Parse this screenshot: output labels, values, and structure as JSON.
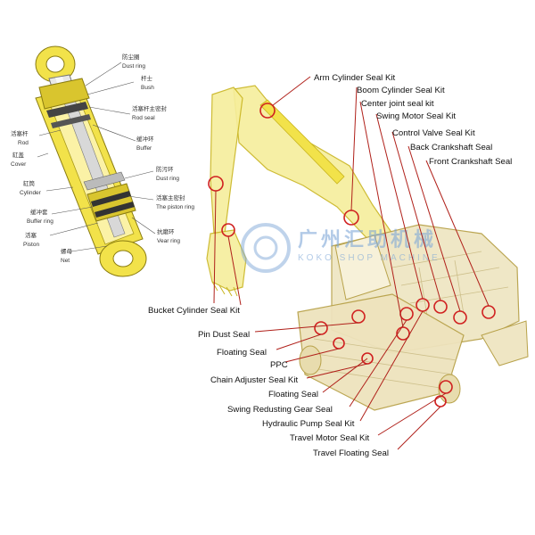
{
  "cylinder_labels": {
    "dust_ring_cn": "防尘圈",
    "dust_ring_en": "Dust ring",
    "bush_cn": "杆士",
    "bush_en": "Bush",
    "rod_seal_cn": "活塞杆主密封",
    "rod_seal_en": "Rod seal",
    "rod_cn": "活塞杆",
    "rod_en": "Rod",
    "cover_cn": "缸盖",
    "cover_en": "Cover",
    "buffer_cn": "缓冲环",
    "buffer_en": "Buffer",
    "cylinder_cn": "缸筒",
    "cylinder_en": "Cylinder",
    "anti_fouling_cn": "防污环",
    "anti_fouling_en": "Dust ring",
    "piston_ring_cn": "活塞主密封",
    "piston_ring_en": "The piston ring",
    "buffer_ring_cn": "缓冲套",
    "buffer_ring_en": "Buffer ring",
    "piston_cn": "活塞",
    "piston_en": "Piston",
    "wear_ring_cn": "抗磨环",
    "wear_ring_en": "Vear ring",
    "nut_cn": "螺母",
    "nut_en": "Net"
  },
  "excavator_labels": {
    "arm_cylinder": "Arm Cylinder Seal Kit",
    "boom_cylinder": "Boom Cylinder Seal Kit",
    "center_joint": "Center joint seal kit",
    "swing_motor": "Swing Motor Seal Kit",
    "control_valve": "Control Valve Seal Kit",
    "back_crankshaft": "Back Crankshaft Seal",
    "front_crankshaft": "Front Crankshaft Seal",
    "bucket_cylinder": "Bucket Cylinder Seal Kit",
    "pin_dust": "Pin Dust Seal",
    "floating_seal_1": "Floating Seal",
    "ppc": "PPC",
    "chain_adjuster": "Chain Adjuster Seal Kit",
    "floating_seal_2": "Floating Seal",
    "swing_reducing": "Swing Redusting Gear Seal",
    "hydraulic_pump": "Hydraulic Pump Seal Kit",
    "travel_motor": "Travel Motor Seal Kit",
    "travel_floating": "Travel Floating Seal"
  },
  "watermark": {
    "cn": "广州汇助机械",
    "en": "KOKO SHOP MACHINE"
  },
  "colors": {
    "yellow": "#f2e24a",
    "yellow_dark": "#c9b520",
    "leader_red": "#b0201a",
    "circle_red": "#d02020",
    "body_beige": "#efe6c4"
  }
}
